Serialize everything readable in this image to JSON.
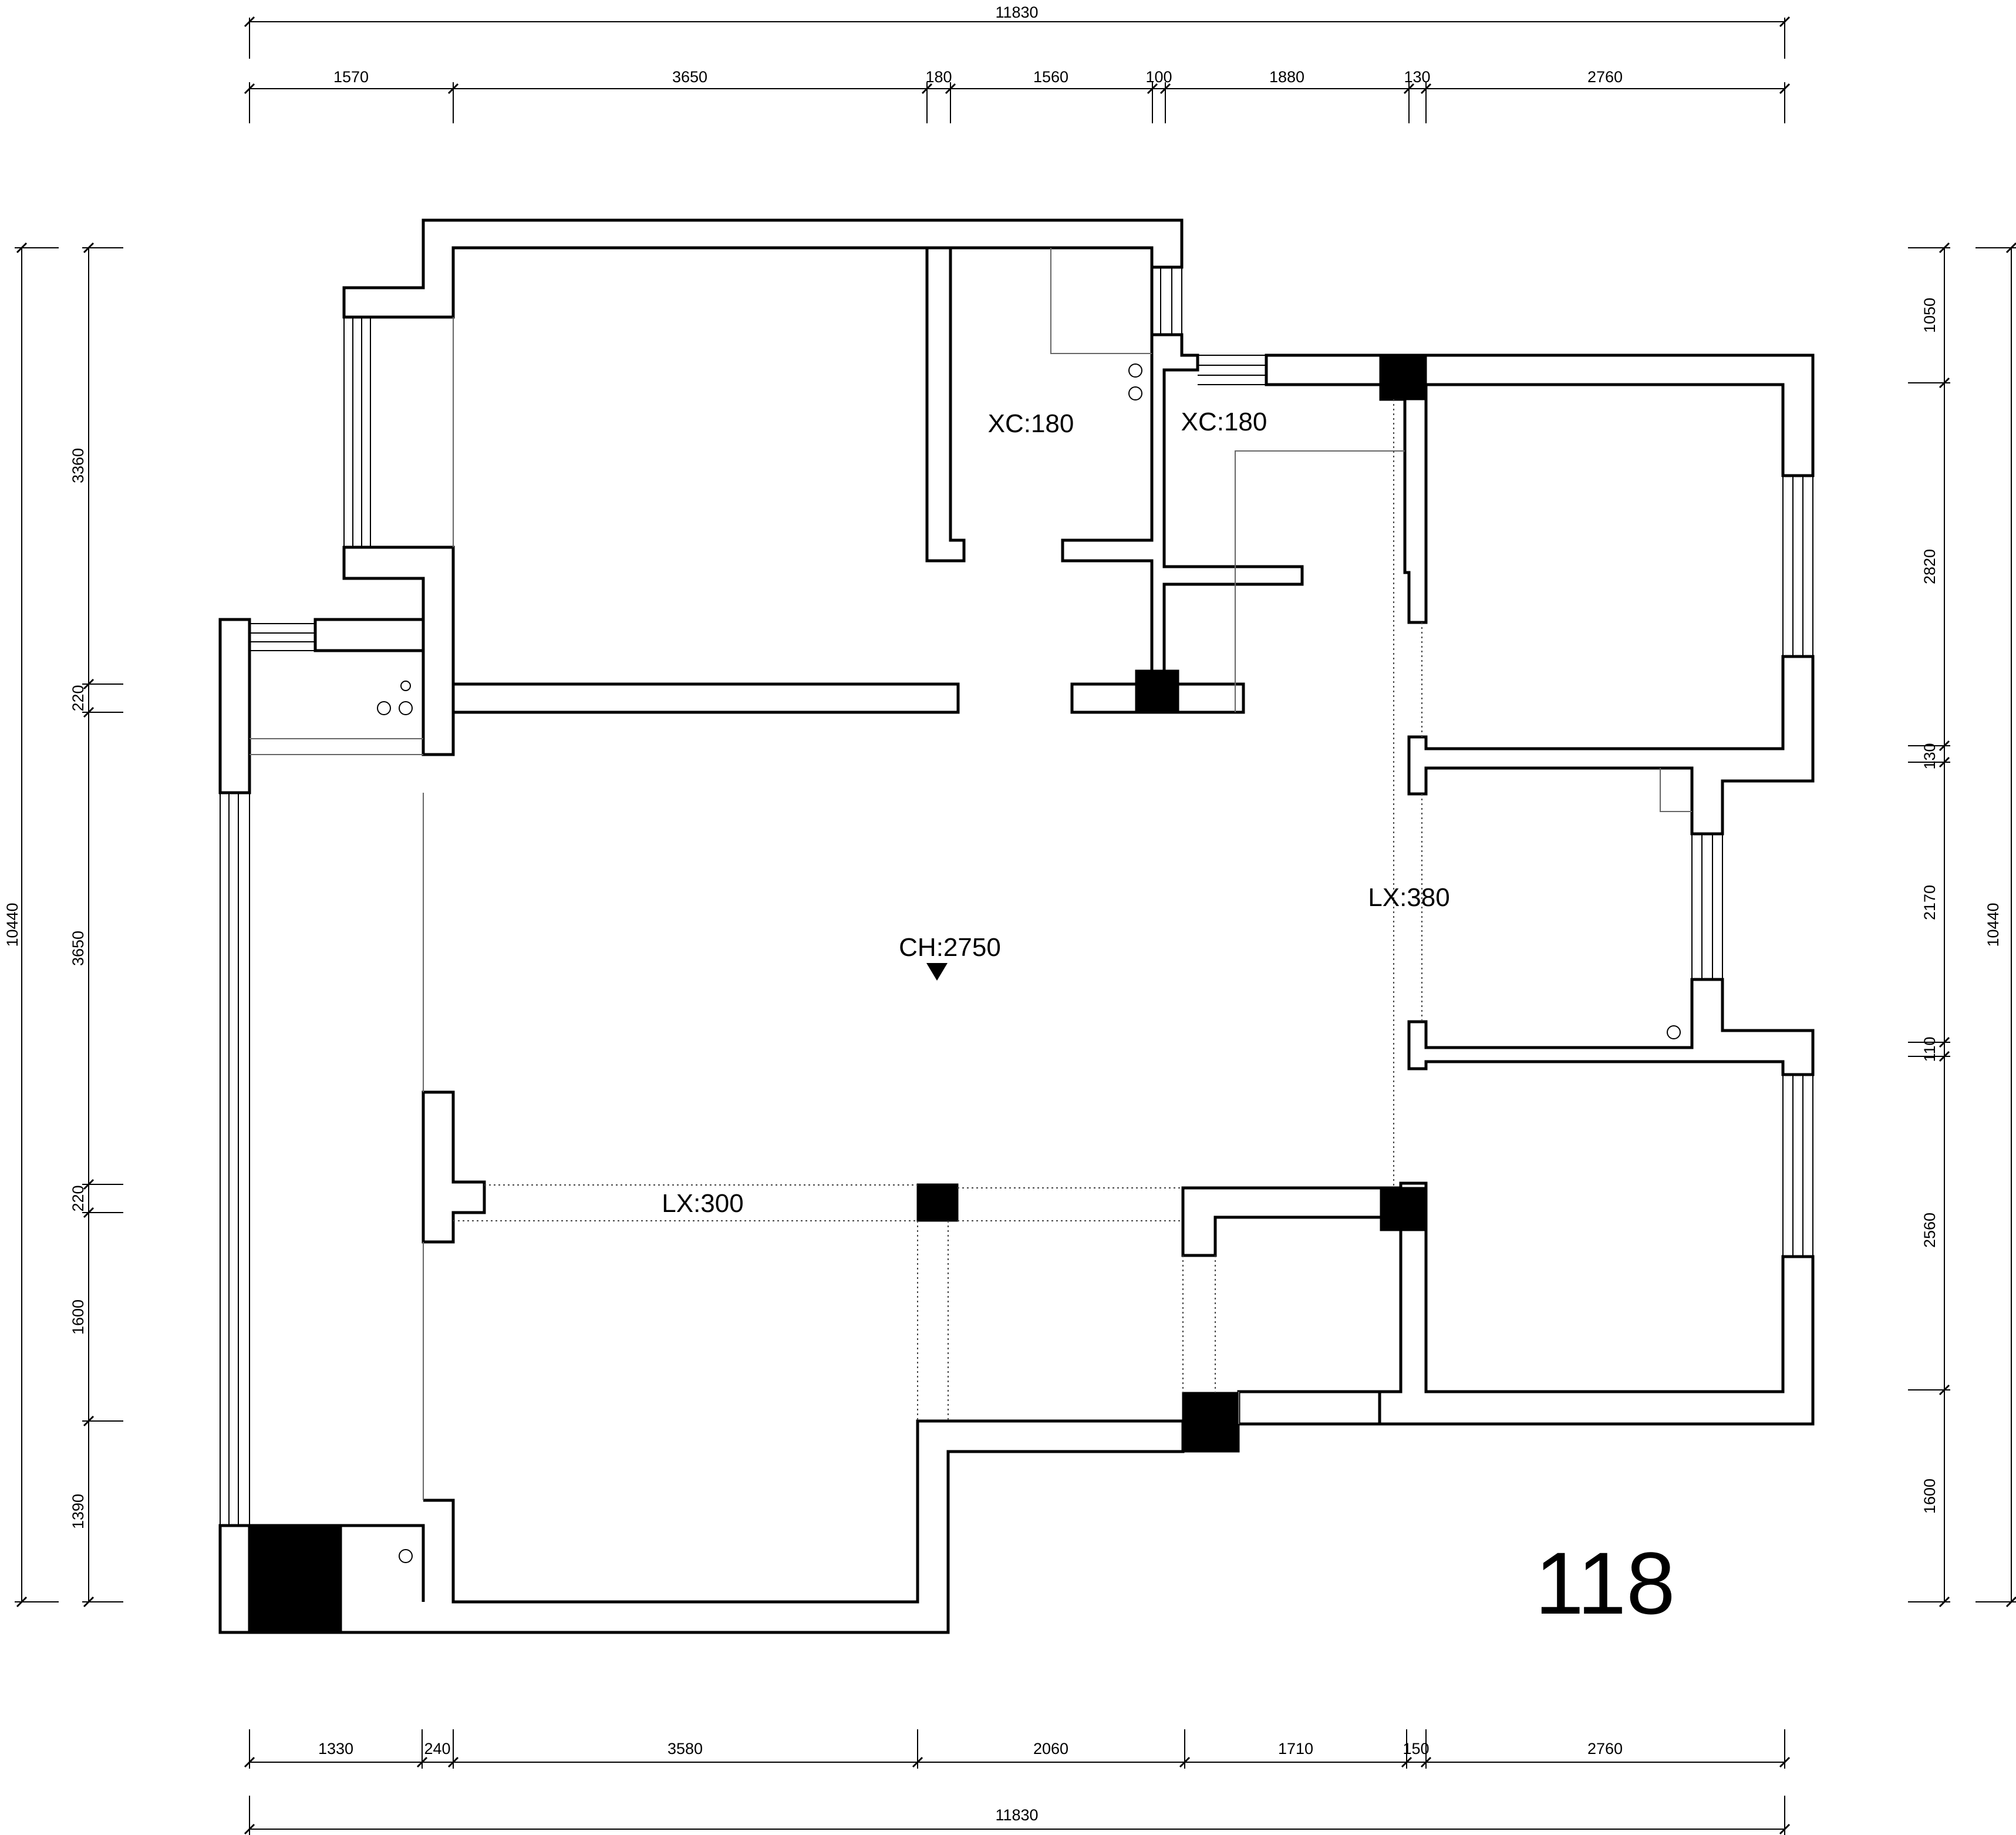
{
  "dimensions": {
    "top_total": "11830",
    "top_segments": [
      "1570",
      "3650",
      "180",
      "1560",
      "100",
      "1880",
      "130",
      "2760"
    ],
    "bottom_total": "11830",
    "bottom_segments": [
      "1330",
      "240",
      "3580",
      "2060",
      "1710",
      "150",
      "2760"
    ],
    "left_total": "10440",
    "left_segments": [
      "3360",
      "220",
      "3650",
      "220",
      "1600",
      "1390"
    ],
    "right_total": "10440",
    "right_segments": [
      "1050",
      "2820",
      "130",
      "2170",
      "110",
      "2560",
      "1600"
    ]
  },
  "labels": {
    "xc_left": "XC:180",
    "xc_right": "XC:180",
    "ceiling_height": "CH:2750",
    "beam_horizontal": "LX:300",
    "beam_vertical": "LX:380"
  },
  "area": "118"
}
